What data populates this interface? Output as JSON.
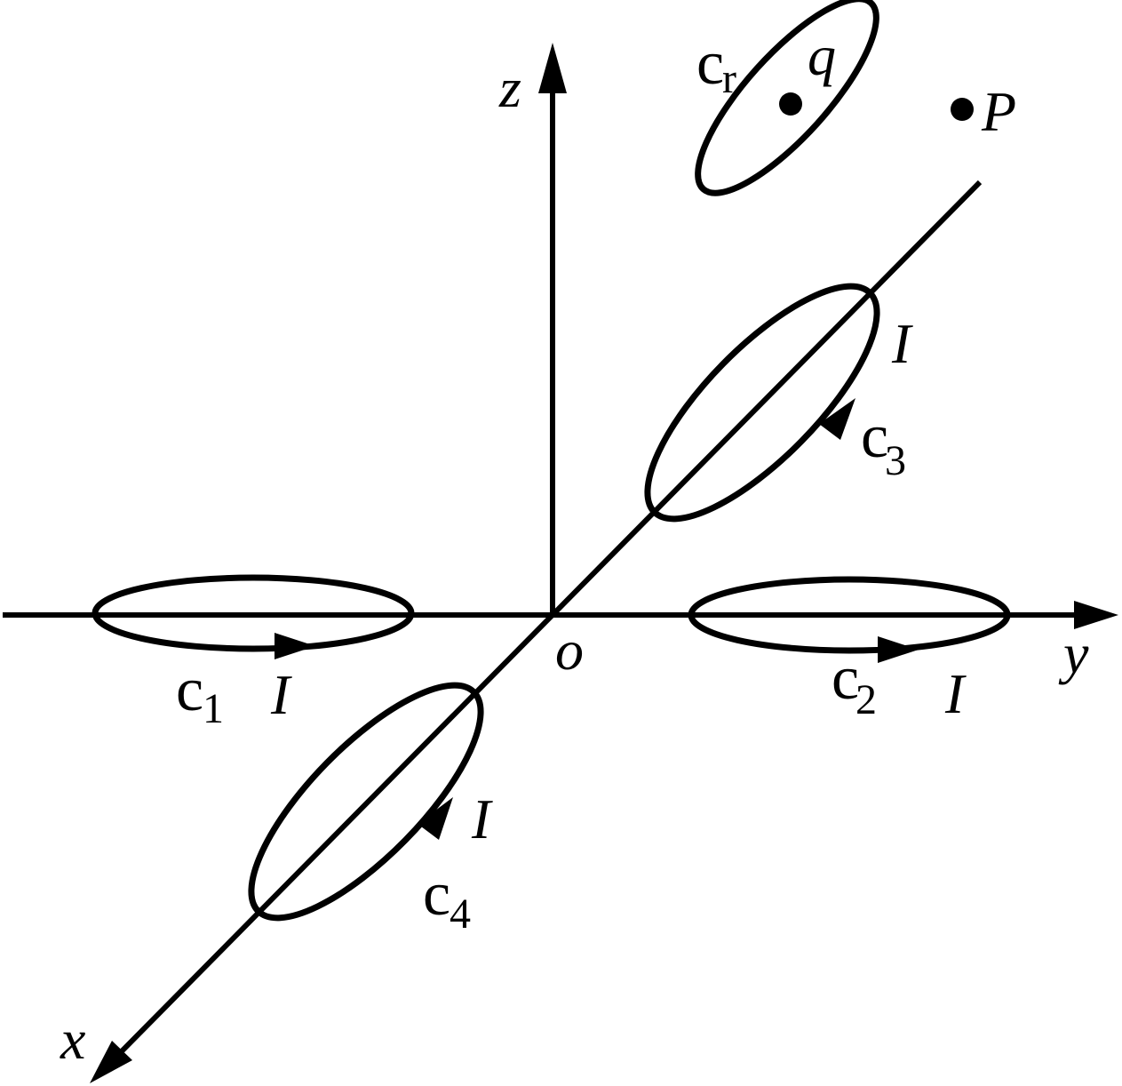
{
  "figure": {
    "background_color": "#ffffff",
    "line_color": "#000000",
    "axes": {
      "z_label": "z",
      "y_label": "y",
      "x_label": "x",
      "origin_label": "o"
    },
    "points": {
      "q": {
        "label": "q"
      },
      "p": {
        "label": "P"
      }
    },
    "loops": {
      "cr": {
        "base": "c",
        "sub": "r"
      },
      "c1": {
        "base": "c",
        "sub": "1",
        "current_label": "I"
      },
      "c2": {
        "base": "c",
        "sub": "2",
        "current_label": "I"
      },
      "c3": {
        "base": "c",
        "sub": "3",
        "current_label": "I"
      },
      "c4": {
        "base": "c",
        "sub": "4",
        "current_label": "I"
      }
    }
  }
}
